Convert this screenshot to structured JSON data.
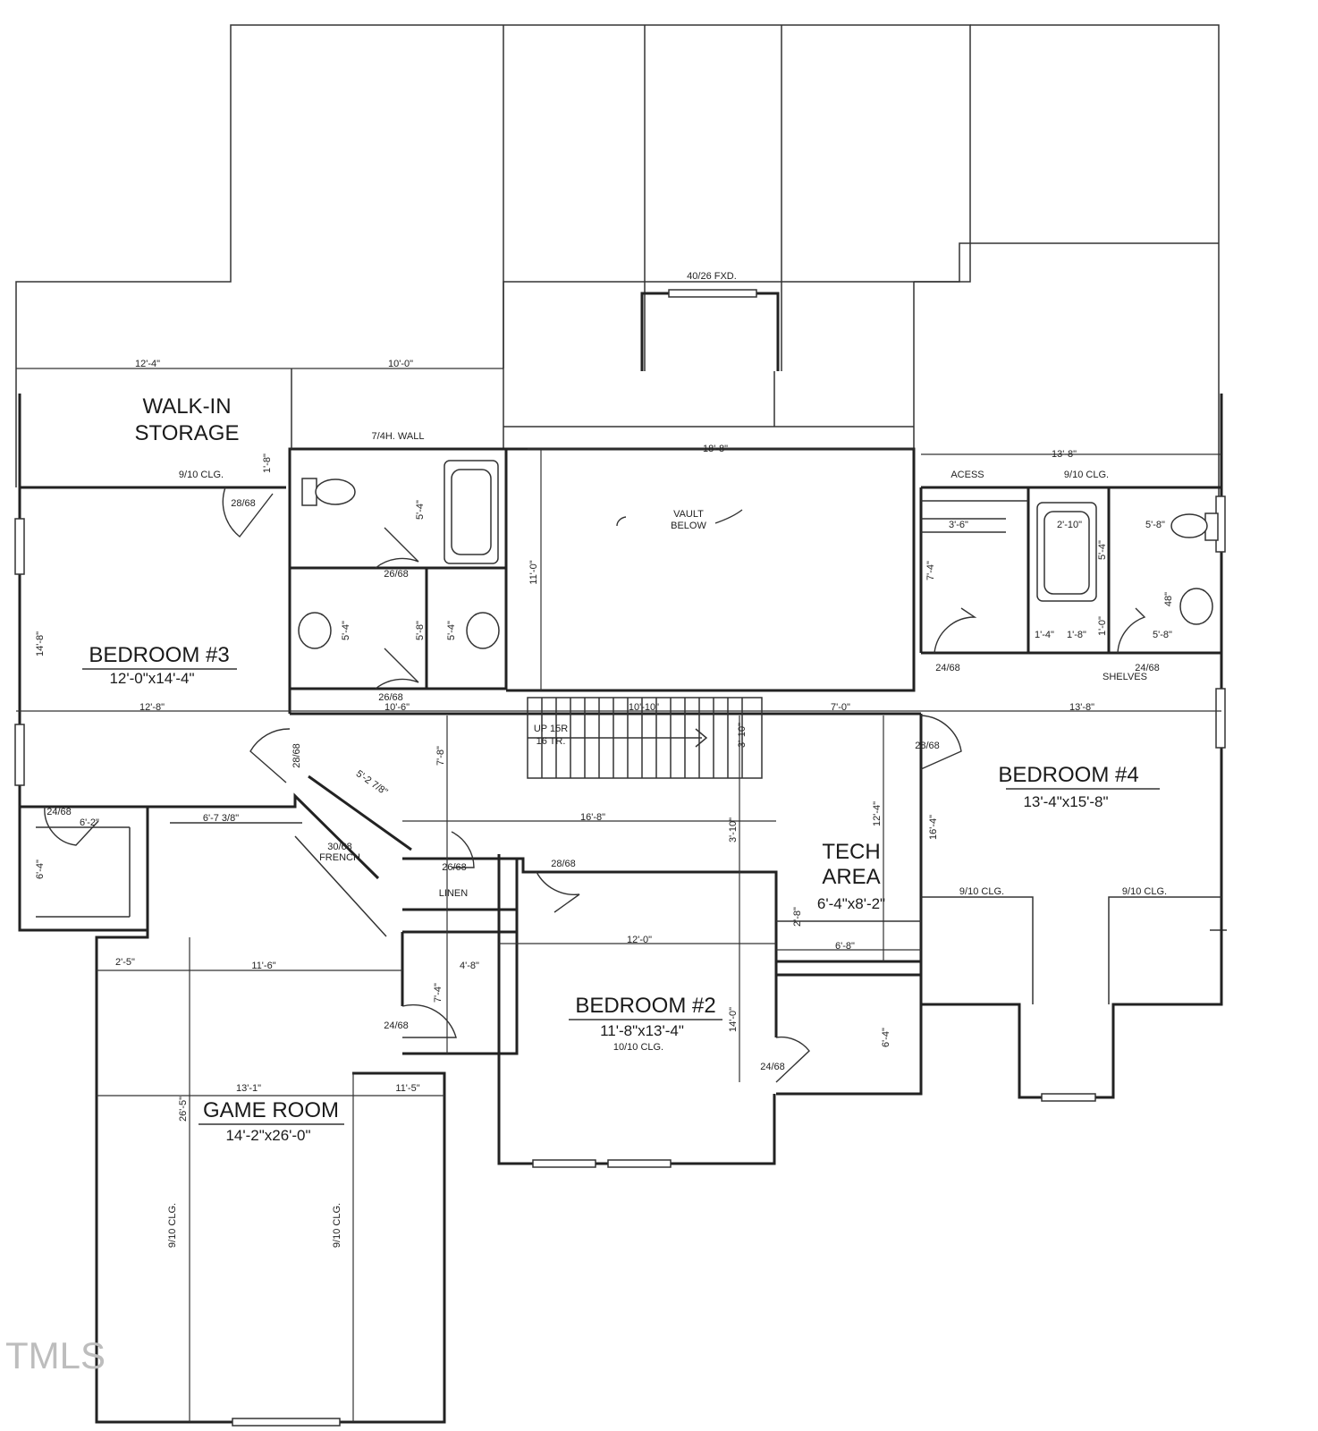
{
  "rooms": {
    "walkin_1": "WALK-IN",
    "walkin_2": "STORAGE",
    "bed3_name": "BEDROOM #3",
    "bed3_size": "12'-0\"x14'-4\"",
    "bed4_name": "BEDROOM #4",
    "bed4_size": "13'-4\"x15'-8\"",
    "bed2_name": "BEDROOM #2",
    "bed2_size": "11'-8\"x13'-4\"",
    "bed2_ceiling": "10/10 CLG.",
    "tech_1": "TECH",
    "tech_2": "AREA",
    "tech_size": "6'-4\"x8'-2\"",
    "game_name": "GAME ROOM",
    "game_size": "14'-2\"x26'-0\""
  },
  "notes": {
    "fixed_window": "40/26 FXD.",
    "half_wall": "7/4H. WALL",
    "vault_1": "VAULT",
    "vault_2": "BELOW",
    "access": "ACESS",
    "shelves": "SHELVES",
    "linen": "LINEN",
    "up_stairs_1": "UP 15R",
    "up_stairs_2": "16 TR.",
    "french": "FRENCH",
    "french_door": "30/68",
    "clg_bed3": "9/10 CLG.",
    "clg_bath4": "9/10 CLG.",
    "clg_bed4_a": "9/10 CLG.",
    "clg_bed4_b": "9/10 CLG.",
    "clg_game_a": "9/10 CLG.",
    "clg_game_b": "9/10 CLG."
  },
  "doors": {
    "d_bed3_closet": "28/68",
    "d_bath3_a": "26/68",
    "d_bath3_b": "26/68",
    "d_bed3_hall": "28/68",
    "d_small_closet": "24/68",
    "d_linen": "26/68",
    "d_bed2": "28/68",
    "d_game_closet": "24/68",
    "d_bed2_closet": "24/68",
    "d_bed4": "28/68",
    "d_bath4_a": "24/68",
    "d_bath4_b": "24/68"
  },
  "dims": {
    "top_left": "12'-4\"",
    "top_mid": "10'-0\"",
    "bonus_width": "18'-8\"",
    "bed4_top": "13'-8\"",
    "bed3_width": "12'-8\"",
    "hall_a": "10'-6\"",
    "stair_len": "10'-10\"",
    "hall_b": "7'-0\"",
    "bed4_width": "13'-8\"",
    "hall_c": "16'-8\"",
    "angled_1": "5'-2 7/8\"",
    "angled_2": "6'-7 3/8\"",
    "angled_3": "6'-2\"",
    "bed2_width": "12'-0\"",
    "tech_w": "6'-8\"",
    "game_top": "11'-6\"",
    "game_left": "2'-5\"",
    "closet_w": "4'-8\"",
    "game_mid": "13'-1\"",
    "game_right": "11'-5\"",
    "bath3_1": "5'-4\"",
    "bath3_2": "5'-8\"",
    "bath3_3": "5'-4\"",
    "bath3_4": "5'-4\"",
    "bath3_5": "1'-8\"",
    "bonus_h": "11'-0\"",
    "bed3_h": "14'-8\"",
    "bath4_1": "3'-6\"",
    "bath4_2": "2'-10\"",
    "bath4_3": "5'-8\"",
    "bath4_4": "5'-4\"",
    "bath4_5": "48\"",
    "bath4_6": "1'-4\"",
    "bath4_7": "1'-8\"",
    "bath4_8": "1'-0\"",
    "bath4_9": "5'-8\"",
    "bath4_10": "7'-4\"",
    "hall_v1": "7'-8\"",
    "hall_v2": "3'-10\"",
    "hall_v3": "3'-10\"",
    "bed4_v": "16'-4\"",
    "tech_v": "12'-4\"",
    "tech_v2": "2'-8\"",
    "bed2_v": "14'-0\"",
    "closet_v1": "6'-4\"",
    "closet_v2": "7'-4\"",
    "closet_v3": "6'-4\"",
    "game_v": "26'-5\""
  },
  "watermark": "TMLS"
}
